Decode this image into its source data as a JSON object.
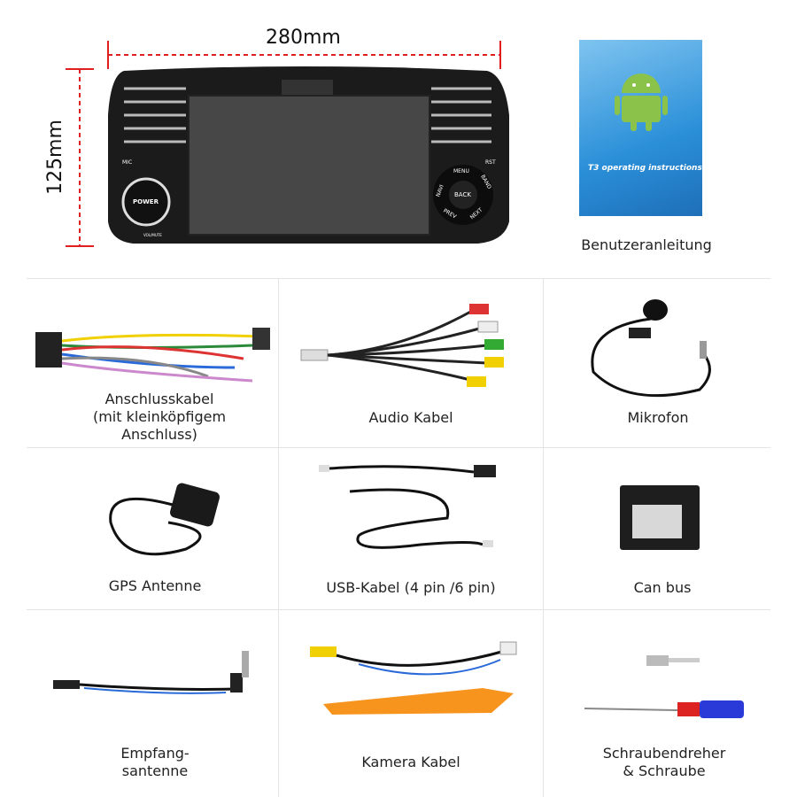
{
  "dimensions": {
    "width": "280mm",
    "height": "125mm"
  },
  "head_unit": {
    "mic": "MIC",
    "rst": "RST",
    "power": "POWER",
    "vol_mute": "VOL/MUTE",
    "menu": "MENU",
    "navi": "NAVI",
    "band": "BAND",
    "back": "BACK",
    "prev": "PREV",
    "next": "NEXT"
  },
  "manual": {
    "cover_text": "T3 operating instructions",
    "label": "Benutzeranleitung"
  },
  "items": [
    {
      "label_lines": [
        "Anschlusskabel",
        "(mit kleinköpfigem",
        "Anschluss)"
      ]
    },
    {
      "label_lines": [
        "Audio Kabel"
      ]
    },
    {
      "label_lines": [
        "Mikrofon"
      ]
    },
    {
      "label_lines": [
        "GPS Antenne"
      ]
    },
    {
      "label_lines": [
        "USB-Kabel  (4 pin /6 pin)"
      ]
    },
    {
      "label_lines": [
        "Can bus"
      ]
    },
    {
      "label_lines": [
        "Empfang-",
        "santenne"
      ]
    },
    {
      "label_lines": [
        "Kamera Kabel"
      ]
    },
    {
      "label_lines": [
        "Schraubendreher",
        "& Schraube"
      ]
    }
  ],
  "colors": {
    "dimension": "#e02020",
    "manual_blue": "#2a8fd8",
    "android_green": "#8bc34a",
    "pry_tool": "#f7941d"
  }
}
